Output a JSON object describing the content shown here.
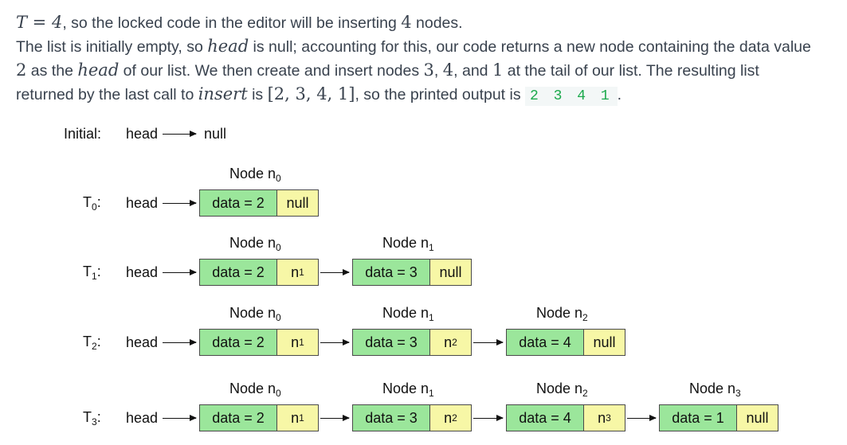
{
  "text": {
    "line1_math": "T = 4",
    "line1_rest": ", so the locked code in the editor will be inserting ",
    "line1_num": "4",
    "line1_end": " nodes.",
    "line2": "The list is initially empty, so ",
    "line2_head": "head",
    "line2_rest": " is null; accounting for this, our code returns a new node containing the data value",
    "line3_num": "2",
    "line3_a": " as the ",
    "line3_head": "head",
    "line3_b": " of our list. We then create and insert nodes ",
    "line3_n1": "3",
    "line3_c": ", ",
    "line3_n2": "4",
    "line3_d": ", and ",
    "line3_n3": "1",
    "line3_e": " at the tail of our list. The resulting list",
    "line4_a": "returned by the last call to ",
    "line4_insert": "insert",
    "line4_b": " is ",
    "line4_list": "[2, 3, 4, 1]",
    "line4_c": ", so the printed output is ",
    "line4_code": "2 3 4 1",
    "line4_d": "."
  },
  "diagram": {
    "initial_label": "Initial:",
    "head": "head",
    "null": "null",
    "rows": [
      {
        "t": "T",
        "sub": "0",
        "nodes": [
          {
            "title": "Node n",
            "tsub": "0",
            "data": "data = 2",
            "next": "null",
            "nsub": ""
          }
        ]
      },
      {
        "t": "T",
        "sub": "1",
        "nodes": [
          {
            "title": "Node n",
            "tsub": "0",
            "data": "data = 2",
            "next": "n",
            "nsub": "1"
          },
          {
            "title": "Node n",
            "tsub": "1",
            "data": "data = 3",
            "next": "null",
            "nsub": ""
          }
        ]
      },
      {
        "t": "T",
        "sub": "2",
        "nodes": [
          {
            "title": "Node n",
            "tsub": "0",
            "data": "data = 2",
            "next": "n",
            "nsub": "1"
          },
          {
            "title": "Node n",
            "tsub": "1",
            "data": "data = 3",
            "next": "n",
            "nsub": "2"
          },
          {
            "title": "Node n",
            "tsub": "2",
            "data": "data = 4",
            "next": "null",
            "nsub": ""
          }
        ]
      },
      {
        "t": "T",
        "sub": "3",
        "nodes": [
          {
            "title": "Node n",
            "tsub": "0",
            "data": "data = 2",
            "next": "n",
            "nsub": "1"
          },
          {
            "title": "Node n",
            "tsub": "1",
            "data": "data = 3",
            "next": "n",
            "nsub": "2"
          },
          {
            "title": "Node n",
            "tsub": "2",
            "data": "data = 4",
            "next": "n",
            "nsub": "3"
          },
          {
            "title": "Node n",
            "tsub": "3",
            "data": "data = 1",
            "next": "null",
            "nsub": ""
          }
        ]
      }
    ]
  },
  "colors": {
    "data_cell": "#9be69b",
    "next_cell": "#f7f7a6",
    "code_text": "#1ba94c"
  }
}
